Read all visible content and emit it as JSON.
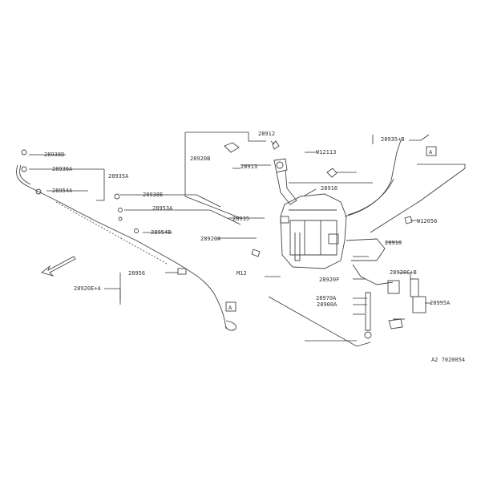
{
  "labels": {
    "l_28938d": "28938D",
    "l_28936a": "28936A",
    "l_28935a": "28935A",
    "l_28954a": "28954A",
    "l_28938e": "28938E",
    "l_28953a": "28953A",
    "l_28954b": "28954B",
    "l_28920ea": "28920E+A",
    "l_28956": "28956",
    "l_28935": "28935",
    "l_28920b": "28920B",
    "l_28913": "28913",
    "l_28920a": "28920A",
    "l_28912": "28912",
    "l_28916": "28916",
    "l_28935b": "28935+B",
    "l_28920c": "28920C+B",
    "l_28910": "28910",
    "l_28970a": "28970A",
    "l_28900a": "28900A",
    "l_28920f": "28920F",
    "l_28995a": "28995A",
    "l_w12113": "W12113",
    "l_w12056": "W12056",
    "l_m12": "M12",
    "l_sq1": "A",
    "l_sq2": "A",
    "diagram_id": "A2 7020054"
  }
}
